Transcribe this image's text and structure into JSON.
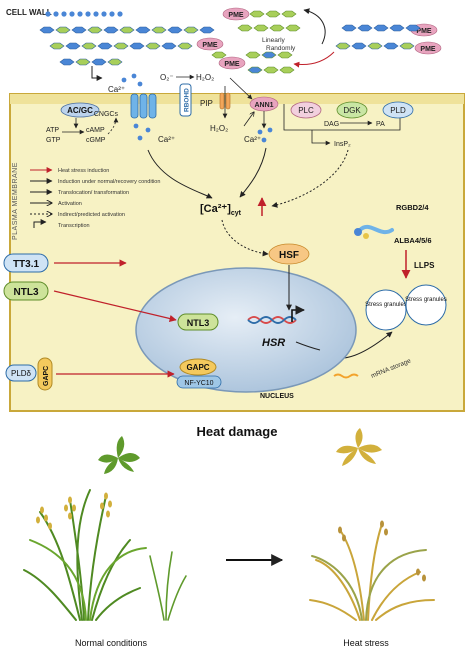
{
  "labels": {
    "cell_wall": "CELL WALL",
    "plasma_membrane": "PLASMA MEMBRANE",
    "nucleus": "NUCLEUS",
    "heat_damage": "Heat damage",
    "normal_conditions": "Normal conditions",
    "heat_stress": "Heat stress"
  },
  "cell_wall": {
    "pme_top": "PME",
    "pme_left": "PME",
    "pme_mid": "PME",
    "pme_right_top": "PME",
    "pme_right_bottom": "PME",
    "linearly": "Linearly",
    "randomly": "Randomly"
  },
  "membrane": {
    "ca2_out": "Ca²⁺",
    "ac_gc": "AC/GC",
    "atp": "ATP",
    "gtp": "GTP",
    "camp": "cAMP",
    "cgmp": "cGMP",
    "cngcs": "CNGCs",
    "ca2_in": "Ca²⁺",
    "o2": "O₂⁻",
    "h2o2_out": "H₂O₂",
    "rbohd": "RBOHD",
    "pip": "PIP",
    "h2o2_in": "H₂O₂",
    "ann1": "ANN1",
    "ca2_ann": "Ca²⁺",
    "plc": "PLC",
    "dgk": "DGK",
    "pld": "PLD",
    "dag": "DAG",
    "pa": "PA",
    "insp2": "InsP₂"
  },
  "legend": {
    "items": [
      "Heat stress induction",
      "Induction under normal/recovery condition",
      "Translocation/ transformation",
      "Activation",
      "Indirect/predicted activation",
      "Transcription"
    ]
  },
  "cytosol": {
    "ca_cyt": "[Ca²⁺]",
    "ca_cyt_sub": "cyt",
    "hsf": "HSF",
    "rgbd": "RGBD2/4",
    "alba": "ALBA4/5/6",
    "llps": "LLPS",
    "stress_granules_1": "Stress granules",
    "stress_granules_2": "Stress granules",
    "mrna_storage": "mRNA storage"
  },
  "left_factors": {
    "tt31": "TT3.1",
    "ntl3": "NTL3",
    "pld_delta": "PLDδ",
    "gapc": "GAPC"
  },
  "nucleus": {
    "ntl3": "NTL3",
    "hsr": "HSR",
    "gapc": "GAPC",
    "nf_yc10": "NF-YC10"
  },
  "colors": {
    "membrane_fill": "#f7f2c4",
    "membrane_border": "#c9a83a",
    "nucleus_fill": "#c9d9ea",
    "heat_arrow": "#c0212b",
    "hsf_fill": "#f7c784",
    "ntl3_fill": "#cde39a",
    "gapc_fill": "#f4c95d",
    "nf_fill": "#9fc7e6",
    "pme_fill": "#e8a4bf",
    "pectin_blue": "#4a86d6",
    "pectin_green": "#a8cf5a",
    "plant_green": "#6a9f2a",
    "plant_yellow": "#d2b03c"
  }
}
